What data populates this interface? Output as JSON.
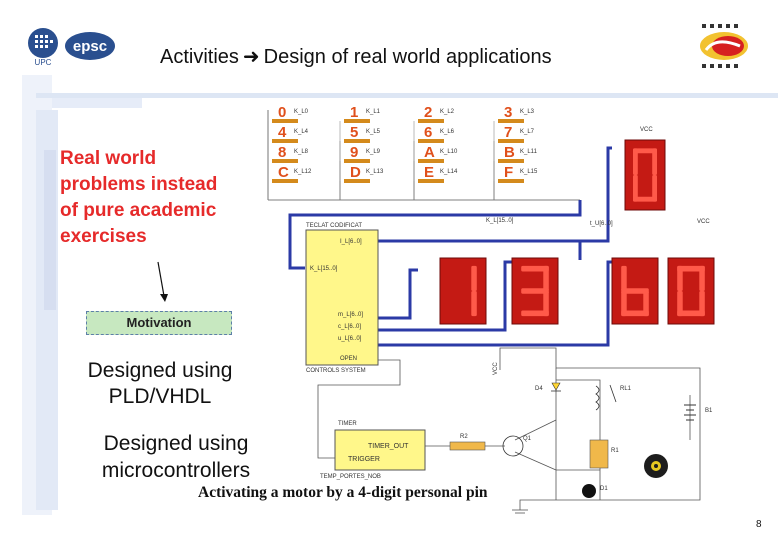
{
  "header": {
    "title_part1": "Activities",
    "title_part2": "Design of real world applications",
    "arrow_icon": "right-arrow-icon",
    "epsc_logo_text": "epsc",
    "upc_logo_text": "UPC"
  },
  "left_panel": {
    "real_world_line1": "Real world",
    "real_world_line2": "problems instead",
    "real_world_line3": "of pure academic",
    "real_world_line4": "exercises",
    "motivation_label": "Motivation",
    "pld_line1": "Designed using",
    "pld_line2": "PLD/VHDL",
    "micro_line1": "Designed using",
    "micro_line2": "microcontrollers"
  },
  "keypad": {
    "keys": [
      "0",
      "1",
      "2",
      "3",
      "4",
      "5",
      "6",
      "7",
      "8",
      "9",
      "A",
      "B",
      "C",
      "D",
      "E",
      "F"
    ],
    "key_labels": [
      "K_L0",
      "K_L1",
      "K_L2",
      "K_L3",
      "K_L4",
      "K_L5",
      "K_L6",
      "K_L7",
      "K_L8",
      "K_L9",
      "K_L10",
      "K_L11",
      "K_L12",
      "K_L13",
      "K_L14",
      "K_L15"
    ]
  },
  "circuit": {
    "encoder_title": "TECLAT CODIFICAT",
    "encoder_bottom_label": "CONTROLS SYSTEM",
    "bus_label": "K_L[15..0]",
    "vcc_label": "VCC",
    "top_display_digit": "0",
    "bottom_display_digits": [
      "1",
      "3",
      "b",
      "0"
    ],
    "bus_out_label": "t_U[6..0]",
    "open_label": "OPEN",
    "timer_title": "TIMER",
    "timer_out_label": "TIMER_OUT",
    "trigger_label": "TRIGGER",
    "timer_bottom_label": "TEMP_PORTES_NOB",
    "relay_label": "RL1",
    "diode_label": "D4",
    "transistor_label": "Q1",
    "resistor_r1": "R1",
    "resistor_r2": "R2",
    "battery_label": "B1",
    "motor_label": "D1"
  },
  "caption": "Activating a motor by a 4-digit personal pin",
  "page_number": "8",
  "colors": {
    "accent_red": "#e62a2a",
    "bus_blue": "#2b3aa6",
    "display_bg": "#c41a14",
    "display_segment": "#ff5a4a",
    "chip_yellow": "#fff78a",
    "motivation_fill": "#c7e8c0"
  }
}
